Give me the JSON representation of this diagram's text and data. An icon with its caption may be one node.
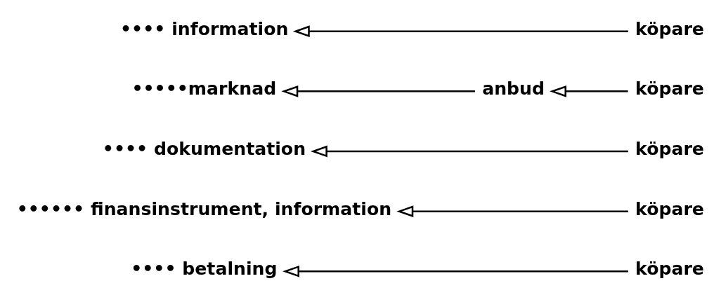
{
  "diagram": {
    "nodes": [
      {
        "text": [
          "•••• information"
        ]
      },
      {
        "text": [
          "köpare"
        ]
      },
      {
        "text": [
          "•••••marknad"
        ]
      },
      {
        "text": [
          "anbud"
        ]
      },
      {
        "text": [
          "köpare"
        ]
      },
      {
        "text": [
          "•••• dokumentation"
        ]
      },
      {
        "text": [
          "köpare"
        ]
      },
      {
        "text": [
          "•••••• finansinstrument, information"
        ]
      },
      {
        "text": [
          "köpare"
        ]
      },
      {
        "text": [
          "•••• betalning"
        ]
      },
      {
        "text": [
          "köpare"
        ]
      }
    ],
    "edges": [
      {
        "from": 1,
        "to": 0,
        "arrow": "to"
      },
      {
        "from": 3,
        "to": 2,
        "arrow": "to"
      },
      {
        "from": 4,
        "to": 3,
        "arrow": "to"
      },
      {
        "from": 6,
        "to": 5,
        "arrow": "to"
      },
      {
        "from": 8,
        "to": 7,
        "arrow": "to"
      },
      {
        "from": 10,
        "to": 9,
        "arrow": "to"
      }
    ]
  }
}
